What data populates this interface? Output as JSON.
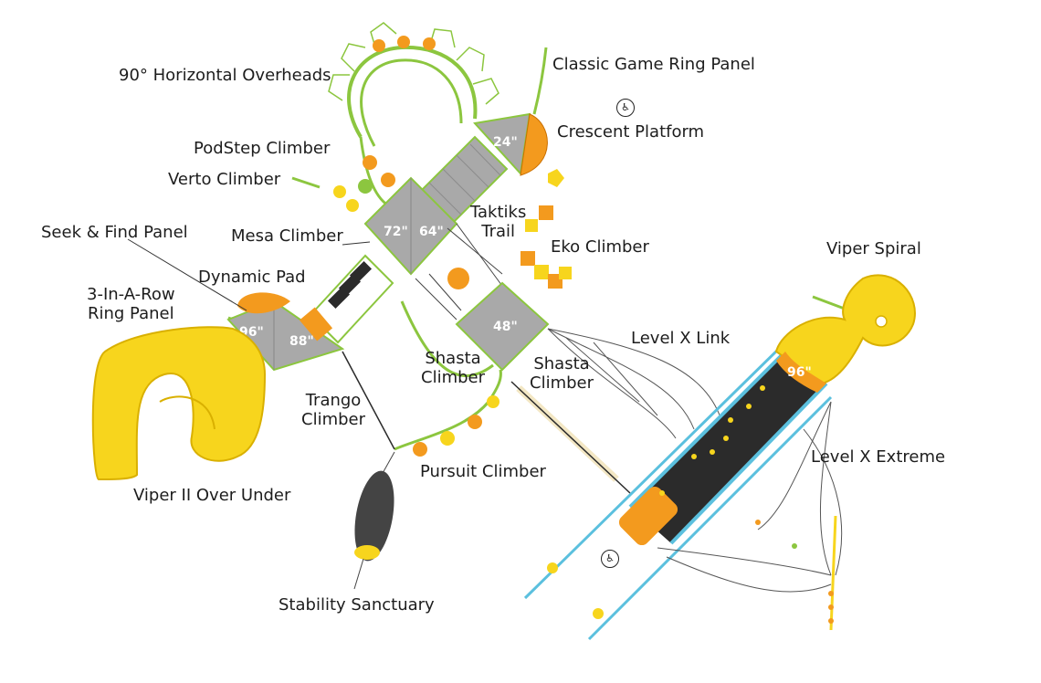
{
  "labels": {
    "horizontal_overheads": "90° Horizontal Overheads",
    "classic_game_ring_panel": "Classic Game Ring Panel",
    "crescent_platform": "Crescent Platform",
    "podstep_climber": "PodStep Climber",
    "verto_climber": "Verto Climber",
    "seek_find_panel": "Seek & Find Panel",
    "mesa_climber": "Mesa Climber",
    "taktiks_trail_1": "Taktiks",
    "taktiks_trail_2": "Trail",
    "eko_climber": "Eko Climber",
    "viper_spiral": "Viper Spiral",
    "dynamic_pad": "Dynamic Pad",
    "three_in_a_row_1": "3-In-A-Row",
    "three_in_a_row_2": "Ring Panel",
    "level_x_link": "Level X Link",
    "shasta_climber_left_1": "Shasta",
    "shasta_climber_left_2": "Climber",
    "shasta_climber_right_1": "Shasta",
    "shasta_climber_right_2": "Climber",
    "trango_climber_1": "Trango",
    "trango_climber_2": "Climber",
    "level_x_extreme": "Level X Extreme",
    "pursuit_climber": "Pursuit Climber",
    "viper_ii_over_under": "Viper II Over Under",
    "stability_sanctuary": "Stability Sanctuary"
  },
  "decks": {
    "deck_24": "24\"",
    "deck_72": "72\"",
    "deck_64": "64\"",
    "deck_96_left": "96\"",
    "deck_88": "88\"",
    "deck_48": "48\"",
    "deck_96_right": "96\""
  },
  "icons": {
    "accessible_1": "wheelchair-icon",
    "accessible_2": "wheelchair-icon",
    "accessible_glyph": "♿"
  },
  "colors": {
    "yellow": "#f7d51d",
    "orange": "#f39a1e",
    "deck_gray": "#a9a9a9",
    "green": "#8cc63f",
    "blue": "#5bc0de",
    "black": "#2b2b2b"
  }
}
